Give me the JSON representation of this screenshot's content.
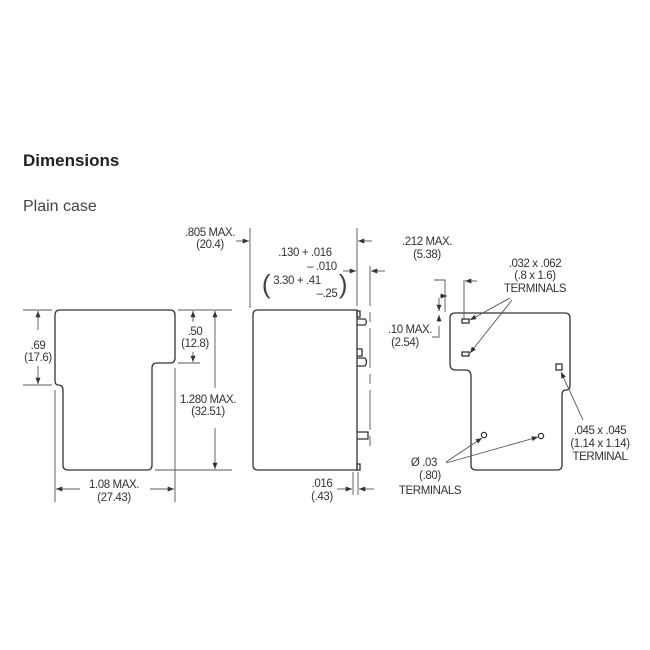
{
  "title": "Dimensions",
  "subtitle": "Plain case",
  "front_view": {
    "height_step": [
      ".69",
      "(17.6)"
    ],
    "step_depth": [
      ".50",
      "(12.8)"
    ],
    "height": [
      "1.280 MAX.",
      "(32.51)"
    ],
    "width": [
      "1.08 MAX.",
      "(27.43)"
    ]
  },
  "side_view": {
    "depth": [
      ".805 MAX.",
      "(20.4)"
    ],
    "pin_length": [
      ".130 + .016",
      "– .010",
      "3.30 + .41",
      "–.25"
    ],
    "pin_thickness": [
      ".016",
      "(.43)"
    ]
  },
  "bottom_view": {
    "edge_offset": [
      ".212 MAX.",
      "(5.38)"
    ],
    "top_offset": [
      ".10 MAX.",
      "(2.54)"
    ],
    "rect_terminals": [
      ".032 x .062",
      "(.8 x 1.6)",
      "TERMINALS"
    ],
    "square_terminal": [
      ".045 x .045",
      "(1.14 x 1.14)",
      "TERMINAL"
    ],
    "round_terminals": [
      "Ø .03",
      "(.80)",
      "TERMINALS"
    ]
  }
}
